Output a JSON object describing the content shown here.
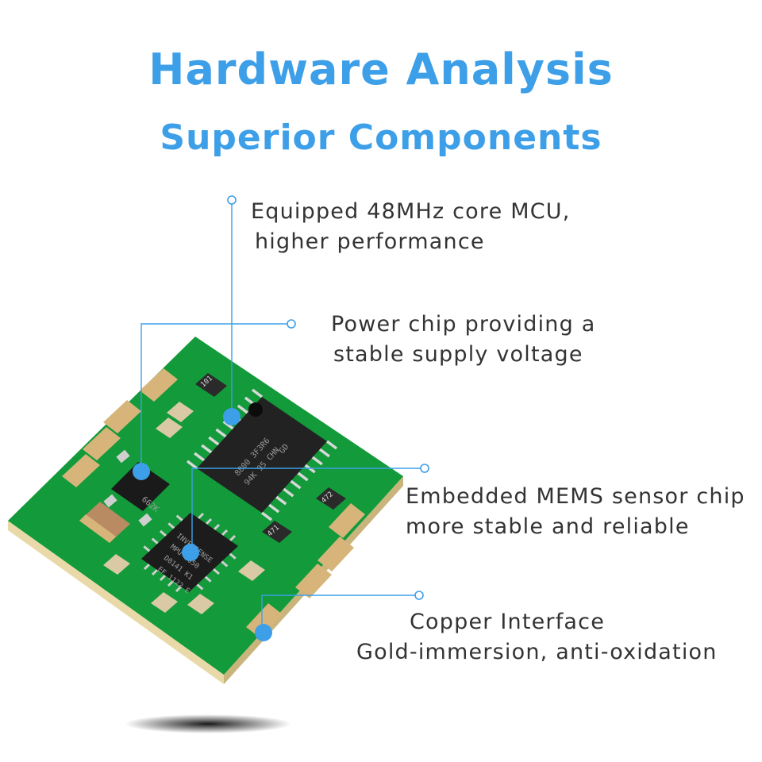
{
  "header": {
    "title": "Hardware Analysis",
    "subtitle": "Superior Components"
  },
  "callouts": [
    {
      "id": "mcu",
      "line1": "Equipped 48MHz core MCU,",
      "line2": "higher performance"
    },
    {
      "id": "power",
      "line1": "Power chip providing a",
      "line2": "stable supply voltage"
    },
    {
      "id": "mems",
      "line1": "Embedded MEMS sensor chip",
      "line2": "more stable and reliable"
    },
    {
      "id": "copper",
      "line1": "Copper Interface",
      "line2": "Gold-immersion, anti-oxidation"
    }
  ],
  "board_markings": {
    "mcu_chip": [
      "8800 3F3R6",
      "94K 95 CHN",
      "GD"
    ],
    "sensor_chip": [
      "INVENSENSE",
      "MPU-6050",
      "D0141 K1",
      "EF 1122 E"
    ],
    "power_chip": "662K",
    "resistor_a": "101",
    "resistor_b": "471",
    "resistor_c": "472"
  },
  "colors": {
    "accent": "#3d9fe8",
    "text": "#333333",
    "pcb": "#139a3a",
    "pad_gold": "#d7b57a"
  }
}
